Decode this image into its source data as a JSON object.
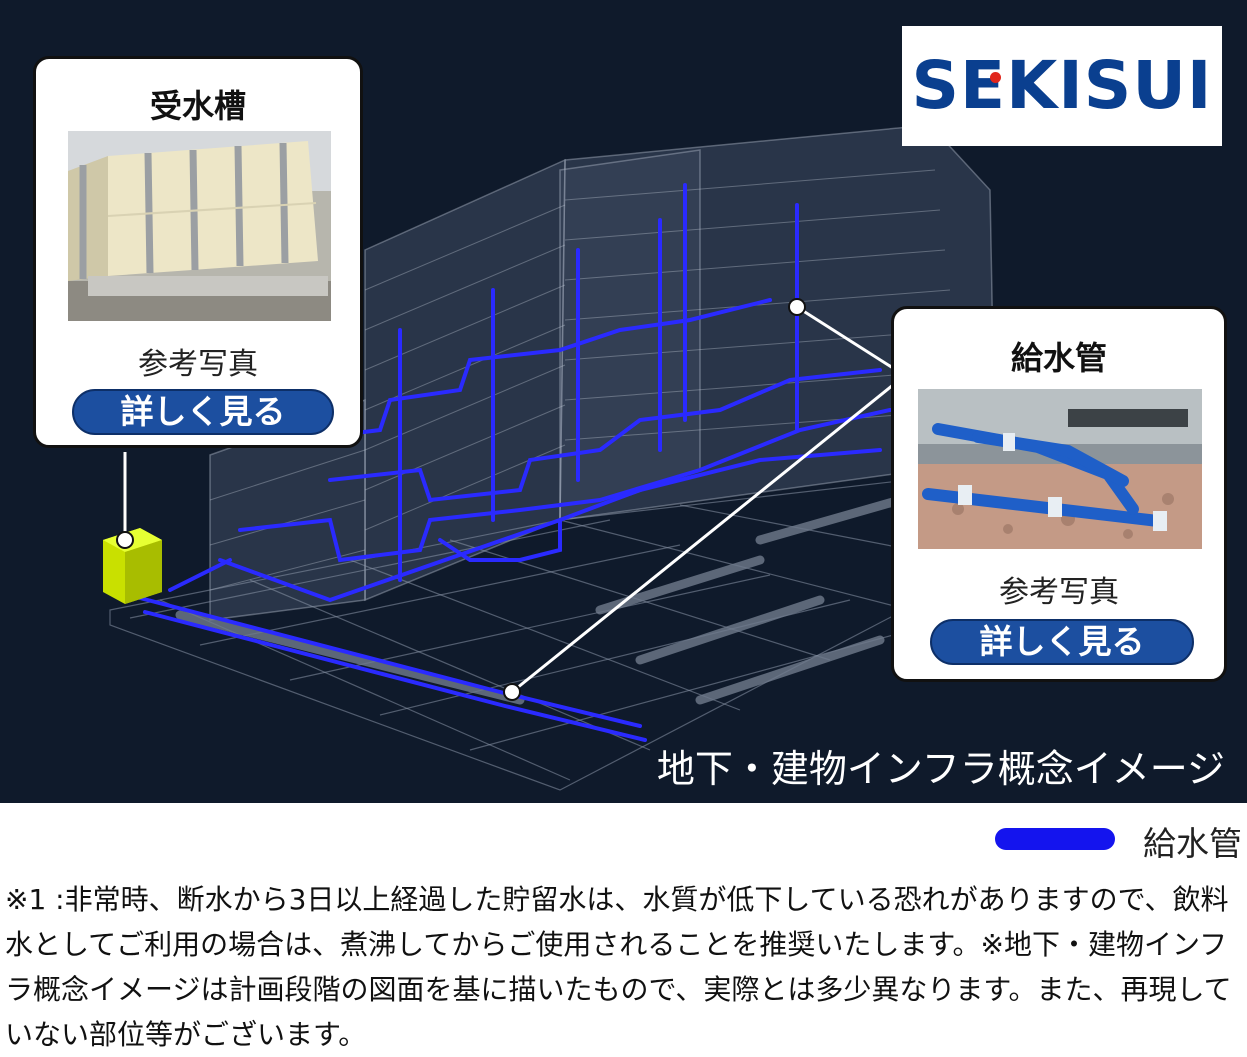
{
  "logo": {
    "text": "SEKISUI",
    "brand_color": "#0a3f8f",
    "dot_color": "#e1261c"
  },
  "cards": {
    "tank": {
      "title": "受水槽",
      "caption": "参考写真",
      "button_label": "詳しく見る"
    },
    "pipe": {
      "title": "給水管",
      "caption": "参考写真",
      "button_label": "詳しく見る"
    }
  },
  "scene": {
    "caption": "地下・建物インフラ概念イメージ",
    "background_color": "#0f1a2b",
    "pipe_color": "#2a2aff",
    "tank_color": "#d8f000"
  },
  "legend": {
    "label": "給水管",
    "color": "#1414ee"
  },
  "footnote": "※1 :非常時、断水から3日以上経過した貯留水は、水質が低下している恐れがありますので、飲料水としてご利用の場合は、煮沸してからご使用されることを推奨いたします。※地下・建物インフラ概念イメージは計画段階の図面を基に描いたもので、実際とは多少異なります。また、再現していない部位等がございます。"
}
